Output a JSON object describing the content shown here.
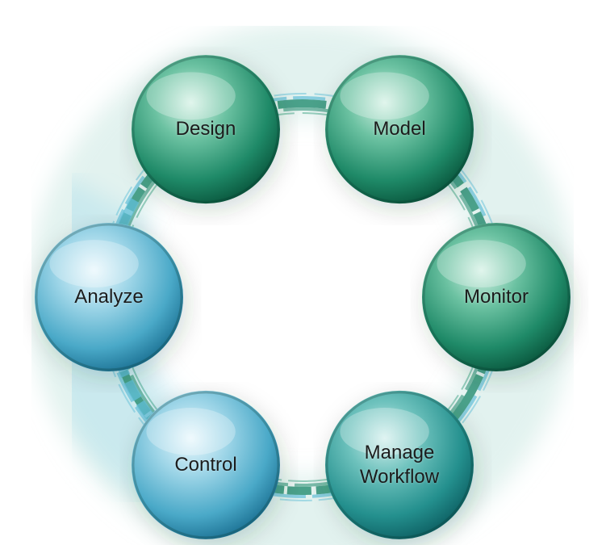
{
  "diagram": {
    "type": "cycle",
    "colors": {
      "green_dark": "#0d6b4c",
      "green_mid": "#2a9a78",
      "green_light": "#bfe8d8",
      "blue_dark": "#2e8fae",
      "blue_mid": "#64bcd6",
      "blue_light": "#dff3fa",
      "ring_green": "#2f9278",
      "ring_blue": "#62bfd8"
    },
    "steps": [
      {
        "id": "design",
        "lines": [
          "Design"
        ],
        "tone": "green"
      },
      {
        "id": "model",
        "lines": [
          "Model"
        ],
        "tone": "green"
      },
      {
        "id": "monitor",
        "lines": [
          "Monitor"
        ],
        "tone": "green"
      },
      {
        "id": "manage-workflow",
        "lines": [
          "Manage",
          "Workflow"
        ],
        "tone": "teal"
      },
      {
        "id": "control",
        "lines": [
          "Control"
        ],
        "tone": "blue"
      },
      {
        "id": "analyze",
        "lines": [
          "Analyze"
        ],
        "tone": "blue"
      }
    ]
  }
}
